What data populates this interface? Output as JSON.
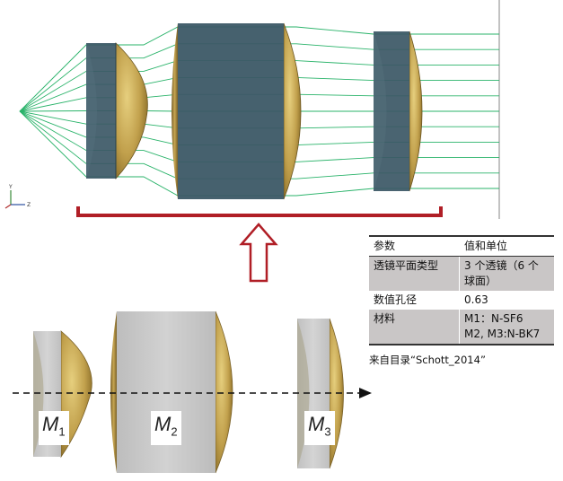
{
  "axis_labels": {
    "y": "Y",
    "z": "Z"
  },
  "table": {
    "header": {
      "param": "参数",
      "value": "值和单位"
    },
    "rows": [
      {
        "param": "透镜平面类型",
        "value_line1": "3 个透镜（6 个",
        "value_line2": "球面）"
      },
      {
        "param": "数值孔径",
        "value_line1": "0.63"
      },
      {
        "param": "材料",
        "value_line1": "M1：N-SF6",
        "value_line2": "M2, M3:N-BK7"
      }
    ]
  },
  "source_note": "来自目录“Schott_2014”",
  "lenses": [
    {
      "letter": "M",
      "subscript": "1"
    },
    {
      "letter": "M",
      "subscript": "2"
    },
    {
      "letter": "M",
      "subscript": "3"
    }
  ],
  "colors": {
    "ray": "#2ab36a",
    "lens_body": "#3c5866",
    "lens_curve": "#b89a4a",
    "bracket": "#b01e26",
    "light_lens": "#c8c8c8",
    "table_gray": "#c9c6c6"
  }
}
